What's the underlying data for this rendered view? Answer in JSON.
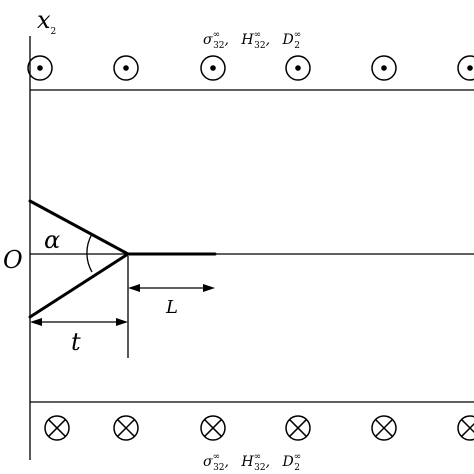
{
  "axis": {
    "vertical_label": "x",
    "vertical_subscript": "2",
    "origin_label": "O"
  },
  "loads": {
    "top": {
      "sigma": "σ",
      "sigma_sub": "32",
      "H": "H",
      "H_sub": "32",
      "D": "D",
      "D_sub": "2",
      "sup": "∞",
      "sep": ","
    },
    "bottom": {
      "sigma": "σ",
      "sigma_sub": "32",
      "H": "H",
      "H_sub": "32",
      "D": "D",
      "D_sub": "2",
      "sup": "∞",
      "sep": ","
    }
  },
  "symbols": {
    "top_out_of_plane_count": 6,
    "bottom_into_plane_count": 6
  },
  "dimensions": {
    "angle": "α",
    "crack_length": "L",
    "depth": "t"
  }
}
